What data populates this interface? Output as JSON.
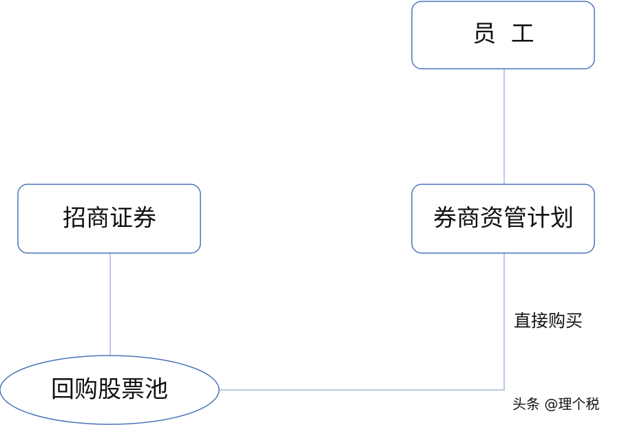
{
  "colors": {
    "node_border": "#4a72b8",
    "connector": "#8ea5d3",
    "text": "#111111",
    "background": "#ffffff"
  },
  "nodes": {
    "employee": "员  工",
    "broker_plan": "券商资管计划",
    "cmb_securities": "招商证券",
    "buyback_pool": "回购股票池"
  },
  "edges": {
    "direct_purchase_label": "直接购买"
  },
  "watermark": "头条 @理个税"
}
